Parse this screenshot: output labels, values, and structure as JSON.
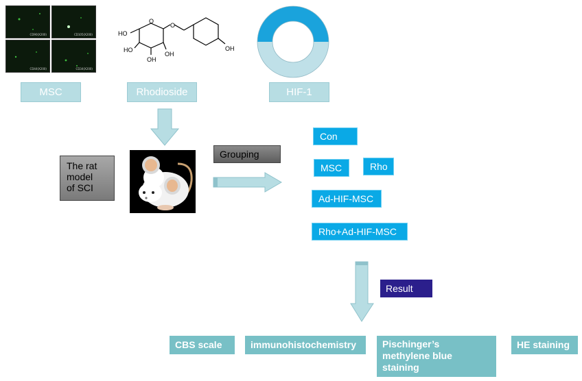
{
  "top_labels": {
    "msc": "MSC",
    "rhodioside": "Rhodioside",
    "hif": "HIF-1"
  },
  "micro_captions": [
    "CD90(X200)",
    "CD105(X200)",
    "CD44(X200)",
    "CD34(X200)"
  ],
  "molecule": {
    "atoms": [
      "HO",
      "O",
      "O",
      "HO",
      "OH",
      "OH",
      "OH"
    ]
  },
  "rat_model": {
    "line1": "The rat",
    "line2": "model",
    "line3": "of SCI"
  },
  "grouping_label": "Grouping",
  "groups": {
    "con": "Con",
    "msc": "MSC",
    "rho": "Rho",
    "ad_hif_msc": "Ad-HIF-MSC",
    "rho_ad_hif_msc": "Rho+Ad-HIF-MSC"
  },
  "result_label": "Result",
  "results": {
    "cbs": "CBS scale",
    "ihc": "immunohistochemistry",
    "pischinger_1": "Pischinger’s",
    "pischinger_2": "methylene blue",
    "pischinger_3": "staining",
    "he": "HE staining"
  },
  "colors": {
    "label_box": "#b7dde3",
    "group_box": "#0aa9e6",
    "result_box": "#78c0c6",
    "result_header": "#2b1f8c",
    "arrow": "#b7dde3",
    "ring_top": "#1aa3dc",
    "ring_bottom": "#bfe0e8"
  },
  "icons": [
    "mouse-icon",
    "down-arrow-icon",
    "right-arrow-icon",
    "ring-icon"
  ]
}
